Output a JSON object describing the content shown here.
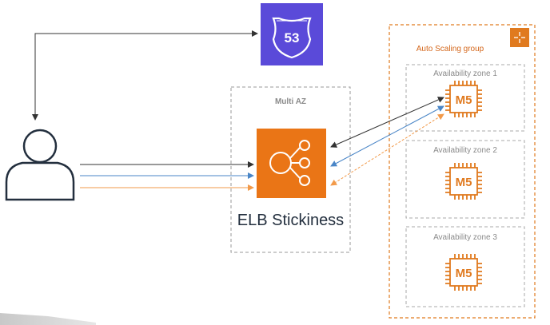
{
  "diagram": {
    "route53": {
      "icon": "route53-shield-icon",
      "label": "53",
      "color": "#5a4ad9"
    },
    "multi_az": {
      "label": "Multi AZ"
    },
    "elb": {
      "icon": "elb-icon",
      "caption": "ELB Stickiness",
      "color": "#ea7516"
    },
    "asg": {
      "label": "Auto Scaling group",
      "icon": "auto-scaling-icon",
      "color": "#e07a1f"
    },
    "zones": [
      {
        "label": "Availability zone 1",
        "instance": "M5"
      },
      {
        "label": "Availability zone 2",
        "instance": "M5"
      },
      {
        "label": "Availability zone 3",
        "instance": "M5"
      }
    ],
    "user": {
      "icon": "user-icon"
    },
    "arrow_colors": {
      "black": "#333333",
      "blue": "#4a86c7",
      "orange": "#f29a4a"
    }
  }
}
